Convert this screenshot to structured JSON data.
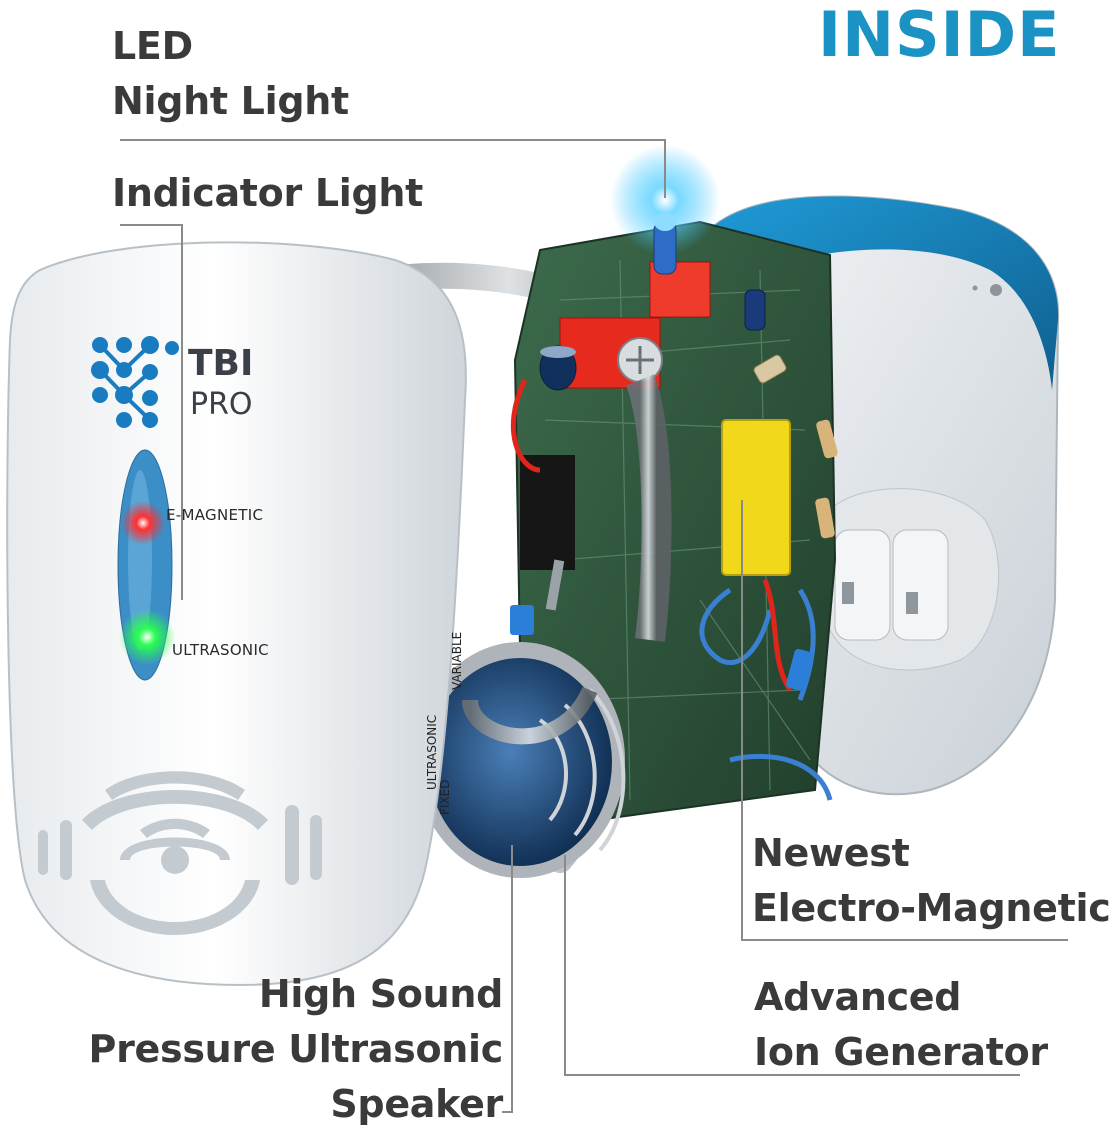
{
  "heading": "INSIDE",
  "labels": {
    "led_night_light": [
      "LED",
      "Night Light"
    ],
    "indicator_light": "Indicator Light",
    "electro_magnetic": [
      "Newest",
      "Electro-Magnetic"
    ],
    "ion_generator": [
      "Advanced",
      "Ion Generator"
    ],
    "speaker": [
      "High Sound",
      "Pressure Ultrasonic",
      "Speaker"
    ]
  },
  "device": {
    "brand_line1": "TBI",
    "brand_line2": "PRO",
    "indicator_emagnetic": "E-MAGNETIC",
    "indicator_ultrasonic": "ULTRASONIC",
    "switch_label_ultrasonic": "ULTRASONIC",
    "switch_label_variable": "VARIABLE",
    "switch_label_fixed": "FIXED"
  },
  "colors": {
    "heading": "#1a93c4",
    "label_text": "#3a3a3a",
    "callout_line": "#8a8a8a",
    "case_blue": "#1b86bd",
    "pcb_green": "#2f5a3d",
    "led_blue": "#3cc3ff",
    "indicator_red": "#ff2a2a",
    "indicator_green": "#22ff44",
    "capacitor_yellow": "#f2d81a"
  }
}
